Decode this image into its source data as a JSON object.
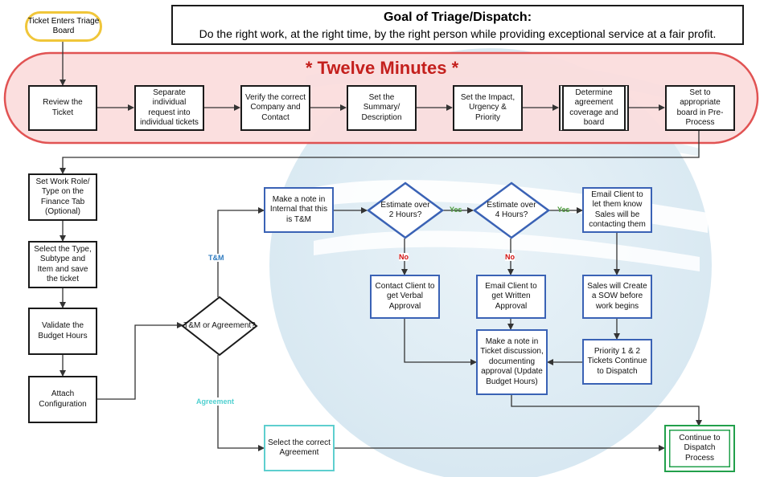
{
  "goal": {
    "title": "Goal of Triage/Dispatch:",
    "subtitle": "Do the right work, at the right time, by the right person while providing exceptional service at a fair profit."
  },
  "banner": "* Twelve Minutes *",
  "start": "Ticket Enters Triage Board",
  "top_steps": [
    "Review the Ticket",
    "Separate individual request into individual tickets",
    "Verify the correct Company and Contact",
    "Set the Summary/ Description",
    "Set the Impact, Urgency & Priority",
    "Determine agreement coverage and board",
    "Set to appropriate board in Pre-Process"
  ],
  "left_steps": [
    "Set Work Role/ Type on the Finance Tab (Optional)",
    "Select the Type, Subtype and Item and save the ticket",
    "Validate the Budget Hours",
    "Attach Configuration"
  ],
  "decisions": {
    "tm_or_agreement": "T&M or Agreement?",
    "over_2": "Estimate over 2 Hours?",
    "over_4": "Estimate over 4 Hours?"
  },
  "boxes": {
    "note_tm": "Make a note in Internal that this is T&M",
    "email_sales": "Email Client to let them know Sales will be contacting them",
    "contact_verbal": "Contact Client to get Verbal Approval",
    "email_written": "Email Client to get Written Approval",
    "sales_sow": "Sales will Create a SOW before work begins",
    "note_discussion": "Make a note in Ticket discussion, documenting approval (Update Budget Hours)",
    "priority_dispatch": "Priority 1 & 2 Tickets Continue to Dispatch",
    "select_agreement": "Select the correct Agreement",
    "continue_dispatch": "Continue to Dispatch Process"
  },
  "labels": {
    "tm": "T&M",
    "agreement": "Agreement",
    "yes_1": "Yes",
    "yes_2": "Yes",
    "no_1": "No",
    "no_2": "No"
  },
  "colors": {
    "banner_fill": "#fbdede",
    "banner_border": "#e04a4a",
    "banner_text": "#c4201d",
    "start_border": "#f0c63a",
    "blue_border": "#3a62b5",
    "teal_border": "#5ecfcf",
    "green_border": "#22a04b",
    "yes_label": "#4a9a3a",
    "no_label": "#d01010",
    "tm_label": "#2e7bbf",
    "agreement_label": "#4fd0d0"
  }
}
